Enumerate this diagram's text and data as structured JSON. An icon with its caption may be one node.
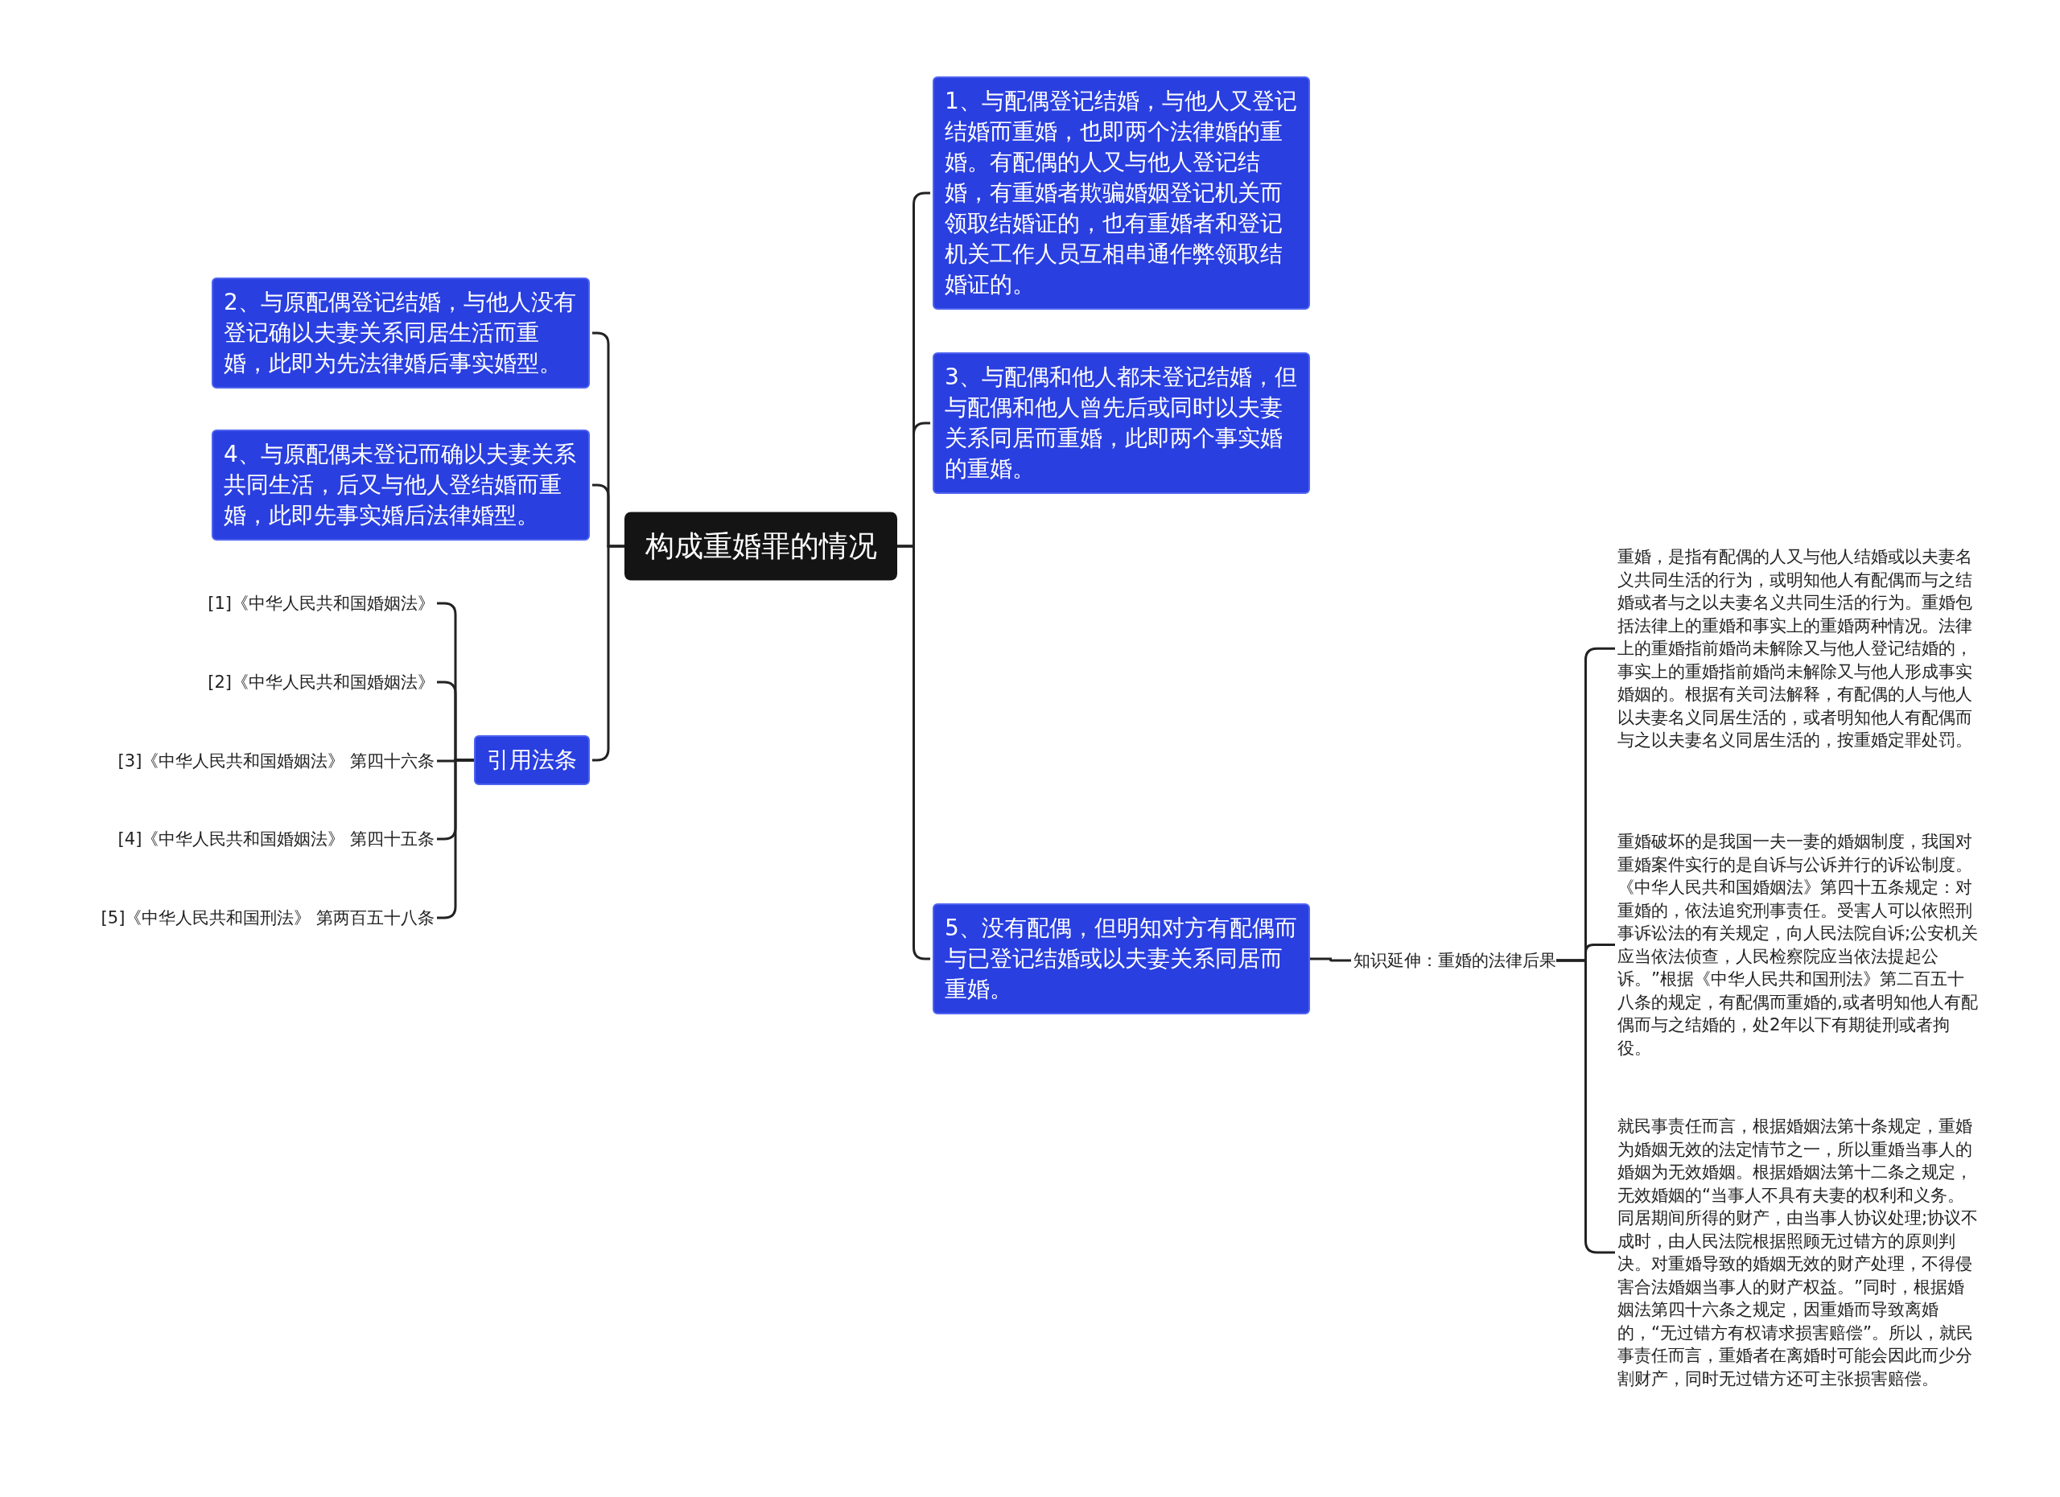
{
  "diagram": {
    "nodes": [
      {
        "text": [
          "构成重婚罪的情况"
        ]
      },
      {
        "text": [
          "1、与配偶登记结婚，与他人又登记结婚而重婚，也即两个法律婚的重婚。有配偶的人又与他人登记结婚，有重婚者欺骗婚姻登记机关而领取结婚证的，也有重婚者和登记机关工作人员互相串通作弊领取结婚证的。"
        ]
      },
      {
        "text": [
          "3、与配偶和他人都未登记结婚，但与配偶和他人曾先后或同时以夫妻关系同居而重婚，此即两个事实婚的重婚。"
        ]
      },
      {
        "text": [
          "5、没有配偶，但明知对方有配偶而与已登记结婚或以夫妻关系同居而重婚。"
        ]
      },
      {
        "text": [
          "知识延伸：重婚的法律后果"
        ]
      },
      {
        "text": [
          "重婚，是指有配偶的人又与他人结婚或以夫妻名义共同生活的行为，或明知他人有配偶而与之结婚或者与之以夫妻名义共同生活的行为。重婚包括法律上的重婚和事实上的重婚两种情况。法律上的重婚指前婚尚未解除又与他人登记结婚的，事实上的重婚指前婚尚未解除又与他人形成事实婚姻的。根据有关司法解释，有配偶的人与他人以夫妻名义同居生活的，或者明知他人有配偶而与之以夫妻名义同居生活的，按重婚定罪处罚。"
        ]
      },
      {
        "text": [
          "重婚破坏的是我国一夫一妻的婚姻制度，我国对重婚案件实行的是自诉与公诉并行的诉讼制度。《中华人民共和国婚姻法》第四十五条规定：对重婚的，依法追究刑事责任。受害人可以依照刑事诉讼法的有关规定，向人民法院自诉;公安机关应当依法侦查，人民检察院应当依法提起公诉。”根据《中华人民共和国刑法》第二百五十八条的规定，有配偶而重婚的,或者明知他人有配偶而与之结婚的，处2年以下有期徒刑或者拘役。"
        ]
      },
      {
        "text": [
          "就民事责任而言，根据婚姻法第十条规定，重婚为婚姻无效的法定情节之一，所以重婚当事人的婚姻为无效婚姻。根据婚姻法第十二条之规定，无效婚姻的“当事人不具有夫妻的权利和义务。同居期间所得的财产，由当事人协议处理;协议不成时，由人民法院根据照顾无过错方的原则判决。对重婚导致的婚姻无效的财产处理，不得侵害合法婚姻当事人的财产权益。”同时，根据婚姻法第四十六条之规定，因重婚而导致离婚的，“无过错方有权请求损害赔偿”。所以，就民事责任而言，重婚者在离婚时可能会因此而少分割财产，同时无过错方还可主张损害赔偿。"
        ]
      },
      {
        "text": [
          "2、与原配偶登记结婚，与他人没有登记确以夫妻关系同居生活而重婚，此即为先法律婚后事实婚型。"
        ]
      },
      {
        "text": [
          "4、与原配偶未登记而确以夫妻关系共同生活，后又与他人登结婚而重婚，此即先事实婚后法律婚型。"
        ]
      },
      {
        "text": [
          "引用法条"
        ]
      },
      {
        "text": [
          "[1]《中华人民共和国婚姻法》"
        ]
      },
      {
        "text": [
          "[2]《中华人民共和国婚姻法》"
        ]
      },
      {
        "text": [
          "[3]《中华人民共和国婚姻法》 第四十六条"
        ]
      },
      {
        "text": [
          "[4]《中华人民共和国婚姻法》 第四十五条"
        ]
      },
      {
        "text": [
          "[5]《中华人民共和国刑法》 第两百五十八条"
        ]
      }
    ],
    "edges": [
      {
        "from": 0,
        "to": 1,
        "arrow": "none"
      },
      {
        "from": 0,
        "to": 2,
        "arrow": "none"
      },
      {
        "from": 0,
        "to": 3,
        "arrow": "none"
      },
      {
        "from": 3,
        "to": 4,
        "arrow": "none"
      },
      {
        "from": 4,
        "to": 5,
        "arrow": "none"
      },
      {
        "from": 4,
        "to": 6,
        "arrow": "none"
      },
      {
        "from": 4,
        "to": 7,
        "arrow": "none"
      },
      {
        "from": 0,
        "to": 8,
        "arrow": "none"
      },
      {
        "from": 0,
        "to": 9,
        "arrow": "none"
      },
      {
        "from": 0,
        "to": 10,
        "arrow": "none"
      },
      {
        "from": 10,
        "to": 11,
        "arrow": "none"
      },
      {
        "from": 10,
        "to": 12,
        "arrow": "none"
      },
      {
        "from": 10,
        "to": 13,
        "arrow": "none"
      },
      {
        "from": 10,
        "to": 14,
        "arrow": "none"
      },
      {
        "from": 10,
        "to": 15,
        "arrow": "none"
      }
    ]
  }
}
